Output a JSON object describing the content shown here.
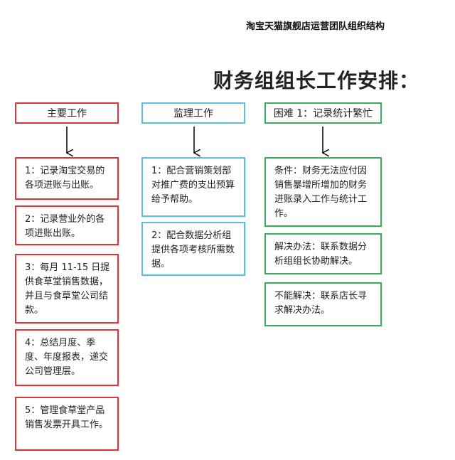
{
  "header": {
    "org_title": "淘宝天猫旗舰店运营团队组织结构",
    "main_title": "财务组组长工作安排："
  },
  "columns": [
    {
      "heading": "主要工作",
      "color": "#e0343b",
      "items": [
        "1：记录淘宝交易的各项进账与出账。",
        "2：记录营业外的各项进账出账。",
        "3：每月 11-15 日提供食草堂销售数据，并且与食草堂公司结款。",
        "4：总结月度、季度、年度报表，递交公司管理层。",
        "5：管理食草堂产品销售发票开具工作。"
      ]
    },
    {
      "heading": "监理工作",
      "color": "#5bc0e0",
      "items": [
        "1：配合营销策划部对推广费的支出预算给予帮助。",
        "2：配合数据分析组提供各项考核所需数据。"
      ]
    },
    {
      "heading": "困难 1：记录统计繁忙",
      "color": "#3aae5c",
      "items": [
        "条件：财务无法应付因销售暴增所增加的财务进账录入工作与统计工作。",
        "解决办法：联系数据分析组组长协助解决。",
        "不能解决：联系店长寻求解决办法。"
      ]
    }
  ]
}
